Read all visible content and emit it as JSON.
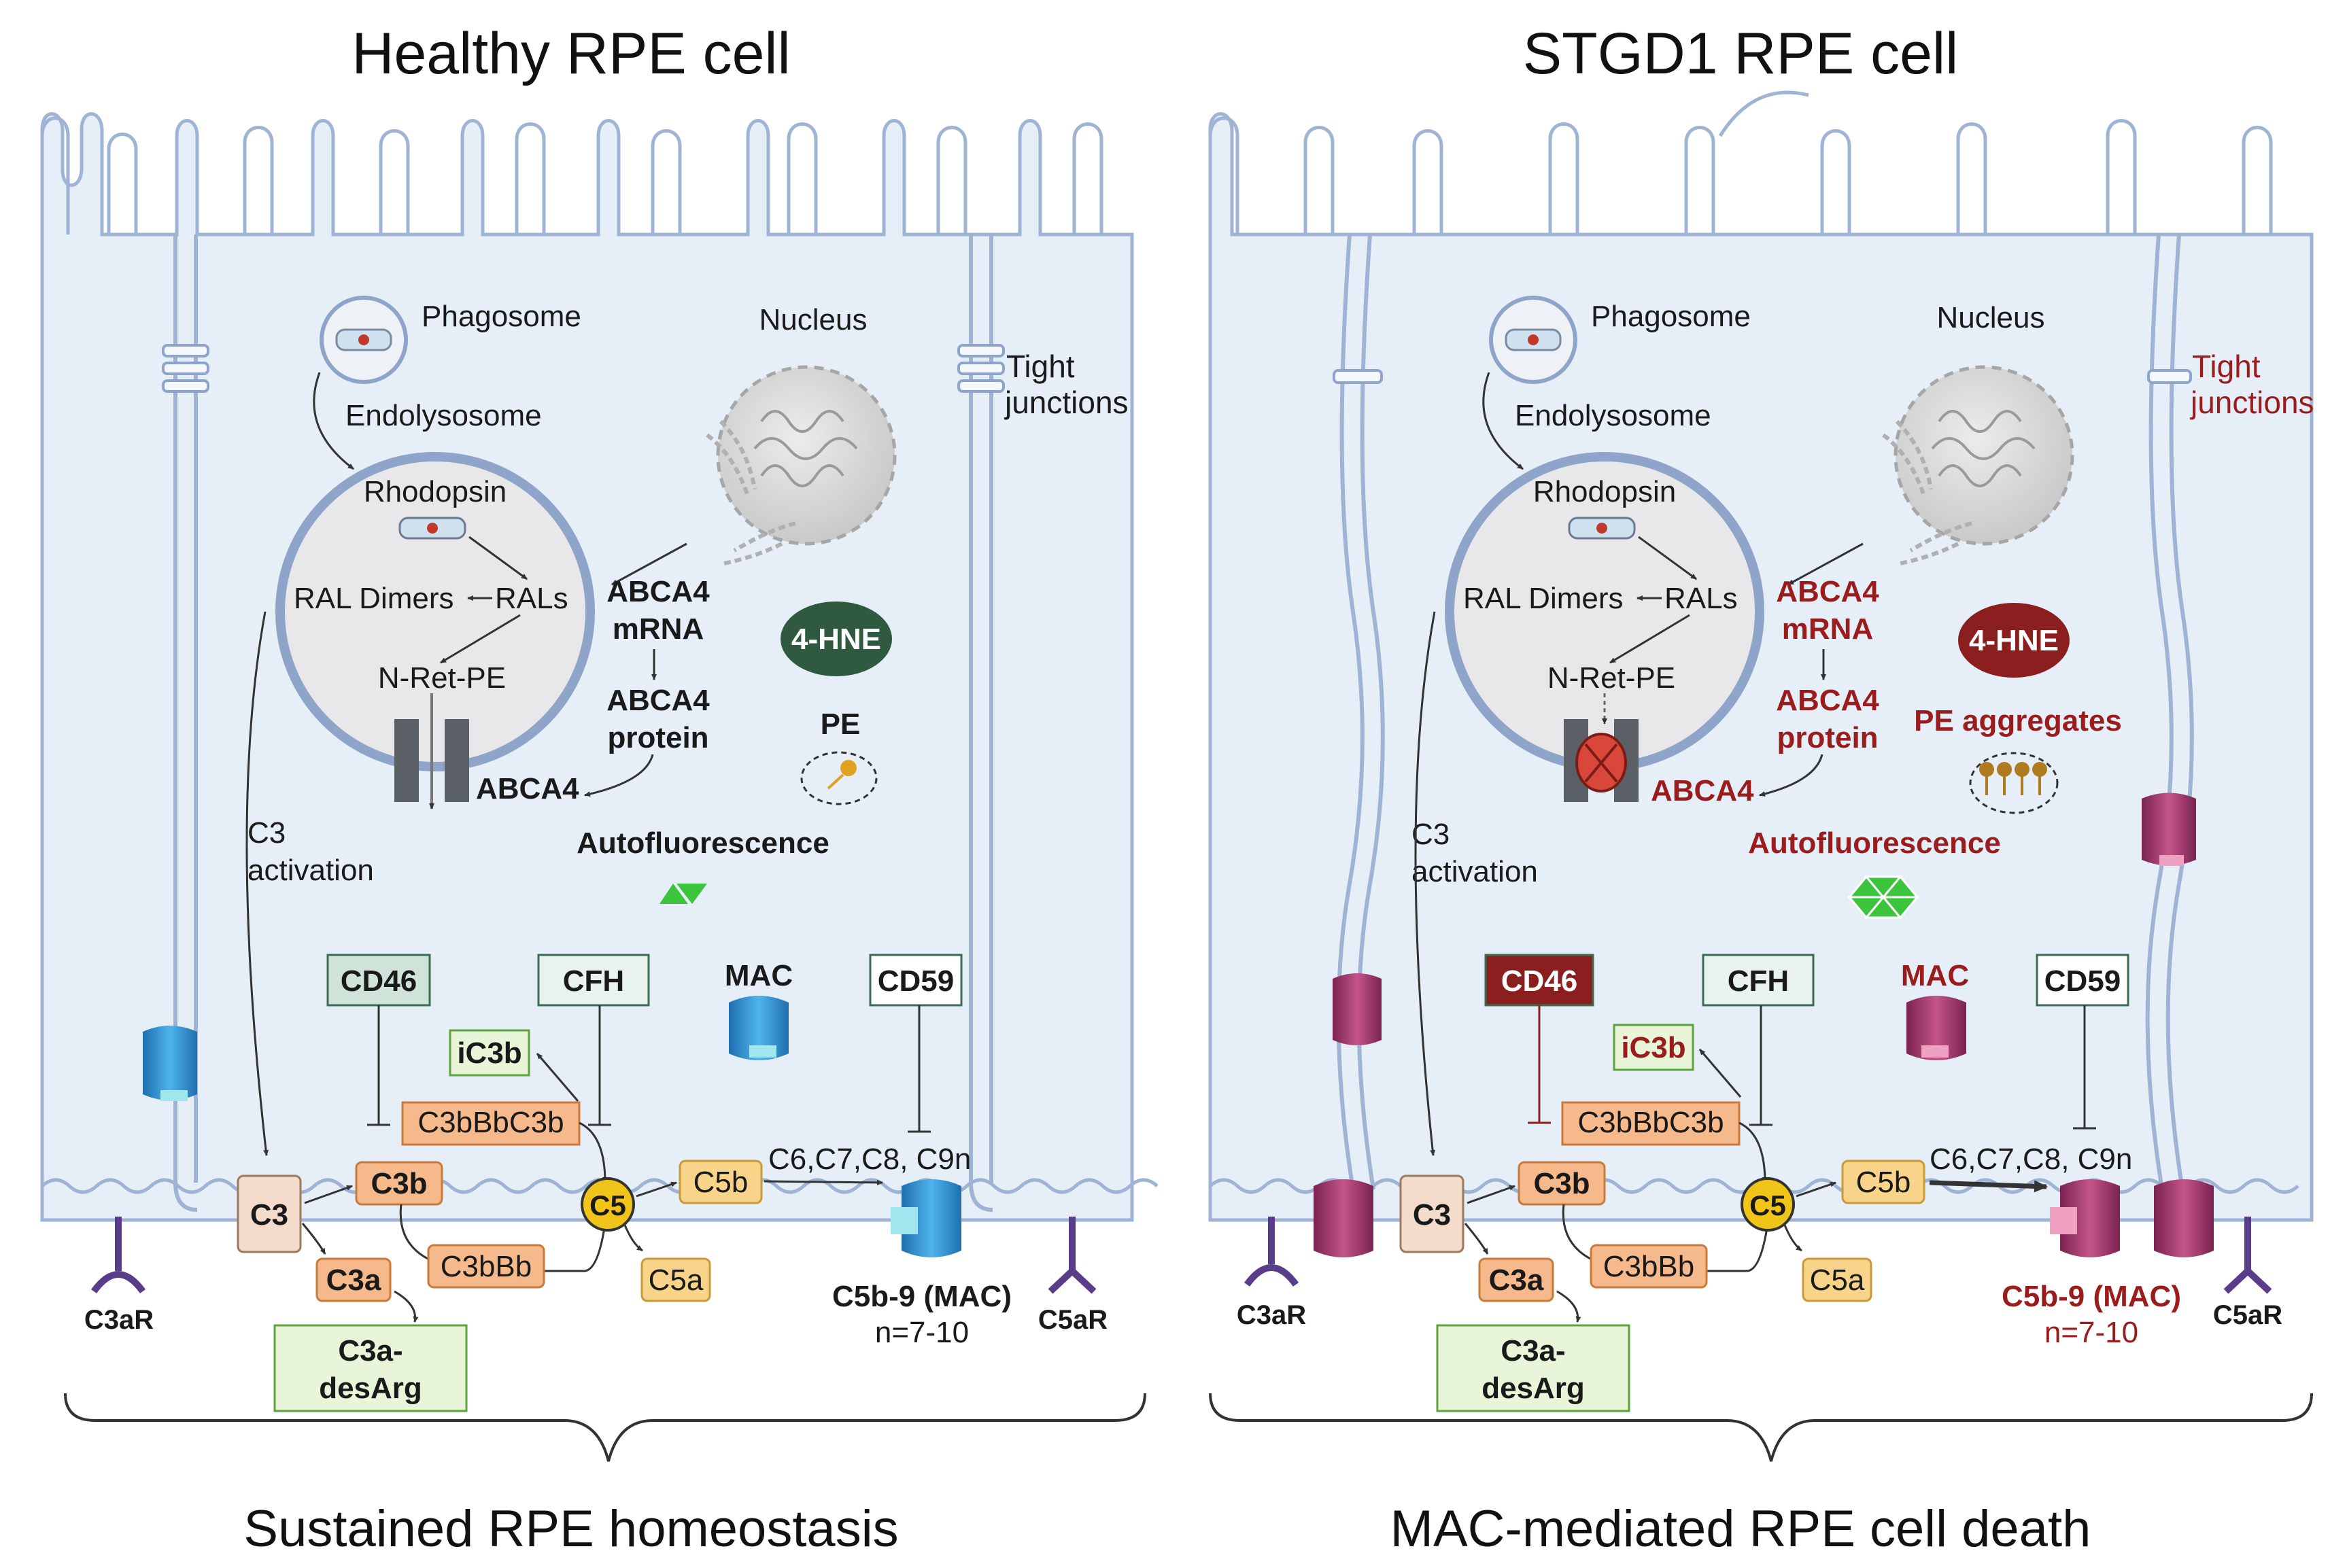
{
  "left_panel": {
    "title": "Healthy RPE cell",
    "phagosome": "Phagosome",
    "endolysosome": "Endolysosome",
    "nucleus": "Nucleus",
    "tight_junctions_1": "Tight",
    "tight_junctions_2": "junctions",
    "rhodopsin": "Rhodopsin",
    "ral_dimers": "RAL Dimers",
    "rals": "RALs",
    "n_ret_pe": "N-Ret-PE",
    "abca4_mrna_1": "ABCA4",
    "abca4_mrna_2": "mRNA",
    "abca4_protein_1": "ABCA4",
    "abca4_protein_2": "protein",
    "abca4": "ABCA4",
    "hne": "4-HNE",
    "pe": "PE",
    "autofluorescence": "Autofluorescence",
    "c3_activation_1": "C3",
    "c3_activation_2": "activation",
    "cd46": "CD46",
    "cfh": "CFH",
    "mac": "MAC",
    "cd59": "CD59",
    "ic3b": "iC3b",
    "c3bbbc3b": "C3bBbC3b",
    "c3": "C3",
    "c3b": "C3b",
    "c5": "C5",
    "c5b": "C5b",
    "c6_c9": "C6,C7,C8, C9n",
    "c3a": "C3a",
    "c3bbb": "C3bBb",
    "c5a": "C5a",
    "c5b9": "C5b-9 (MAC)",
    "n_range": "n=7-10",
    "c3ar": "C3aR",
    "c5ar": "C5aR",
    "c3a_desarg_1": "C3a-",
    "c3a_desarg_2": "desArg",
    "footer": "Sustained RPE homeostasis"
  },
  "right_panel": {
    "title": "STGD1 RPE cell",
    "phagosome": "Phagosome",
    "endolysosome": "Endolysosome",
    "nucleus": "Nucleus",
    "tight_junctions_1": "Tight",
    "tight_junctions_2": "junctions",
    "rhodopsin": "Rhodopsin",
    "ral_dimers": "RAL Dimers",
    "rals": "RALs",
    "n_ret_pe": "N-Ret-PE",
    "abca4_mrna_1": "ABCA4",
    "abca4_mrna_2": "mRNA",
    "abca4_protein_1": "ABCA4",
    "abca4_protein_2": "protein",
    "abca4": "ABCA4",
    "hne": "4-HNE",
    "pe": "PE aggregates",
    "autofluorescence": "Autofluorescence",
    "c3_activation_1": "C3",
    "c3_activation_2": "activation",
    "cd46": "CD46",
    "cfh": "CFH",
    "mac": "MAC",
    "cd59": "CD59",
    "ic3b": "iC3b",
    "c3bbbc3b": "C3bBbC3b",
    "c3": "C3",
    "c3b": "C3b",
    "c5": "C5",
    "c5b": "C5b",
    "c6_c9": "C6,C7,C8, C9n",
    "c3a": "C3a",
    "c3bbb": "C3bBb",
    "c5a": "C5a",
    "c5b9": "C5b-9 (MAC)",
    "n_range": "n=7-10",
    "c3ar": "C3aR",
    "c5ar": "C5aR",
    "c3a_desarg_1": "C3a-",
    "c3a_desarg_2": "desArg",
    "footer": "MAC-mediated RPE cell death"
  },
  "colors": {
    "cell_fill": "#e6eff8",
    "membrane": "#8ea4c8",
    "healthy_text": "#1a1a1a",
    "disease_text": "#9b1c1c",
    "hne_healthy": "#2f5a3f",
    "hne_disease": "#8b1f1f",
    "mac_healthy": "#3a98d6",
    "mac_disease": "#a33a6b",
    "complement_box": "#f6b98b",
    "c5_yellow": "#f0c419",
    "c5b_box": "#f8d48a",
    "cfh_box": "#e8f3ef",
    "green_box": "#e8f5d8",
    "autofluor_green": "#3cc43c"
  },
  "icons": [
    "phagosome-icon",
    "rhodopsin-icon",
    "nucleus-icon",
    "golgi-icon",
    "abca4-channel-icon",
    "mac-pore-icon",
    "receptor-icon",
    "pe-lipid-icon",
    "autofluorescence-icon"
  ]
}
